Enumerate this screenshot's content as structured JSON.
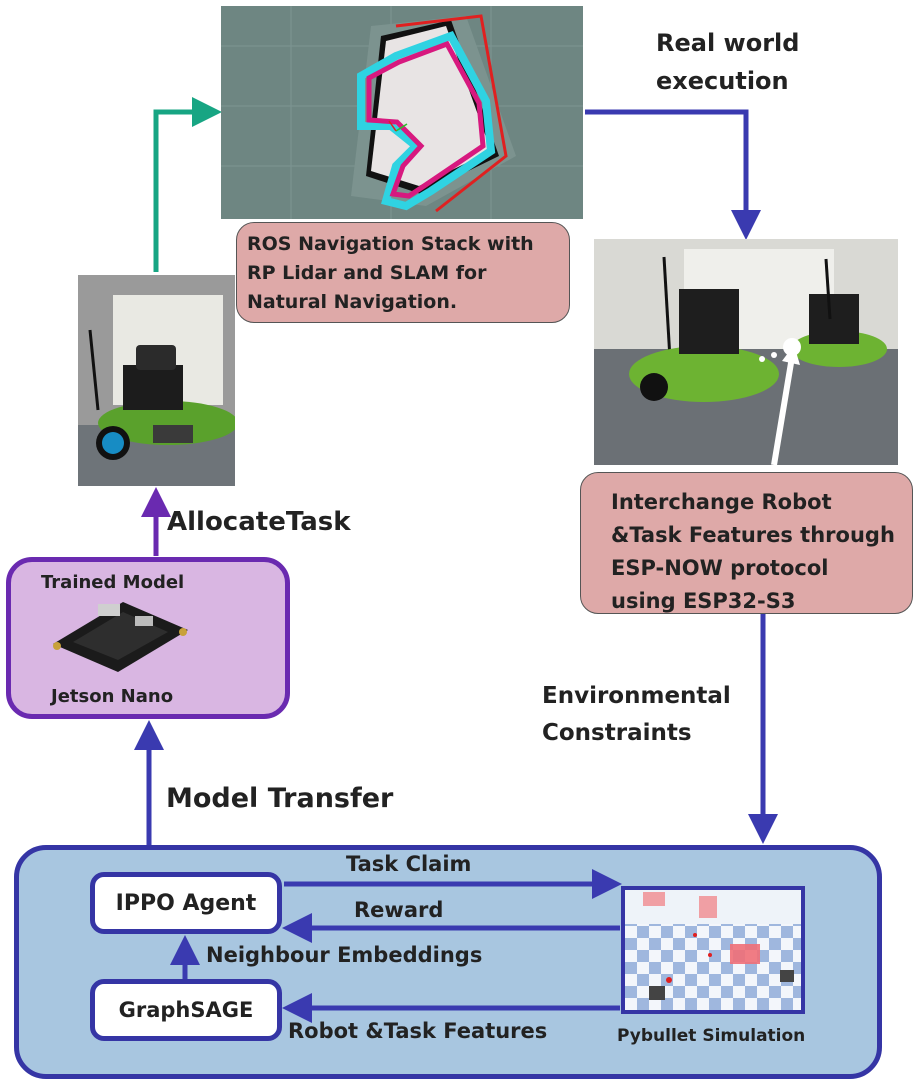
{
  "nodes": {
    "map_caption": "ROS Navigation Stack with RP Lidar and SLAM for Natural Navigation.",
    "real_world": "Real world execution",
    "allocate": "AllocateTask",
    "trained_model": "Trained Model",
    "jetson_nano": "Jetson Nano",
    "espnow_caption": "Interchange Robot &Task Features through ESP-NOW protocol using ESP32-S3",
    "env_constraints": "Environmental Constraints",
    "model_transfer": "Model Transfer",
    "ippo_agent": "IPPO Agent",
    "graphsage": "GraphSAGE",
    "task_claim": "Task Claim",
    "reward": "Reward",
    "neighbour_embeddings": "Neighbour Embeddings",
    "robot_task_features": "Robot &Task Features",
    "pybullet": "Pybullet Simulation"
  },
  "colors": {
    "arrow_blue": "#3a3ab0",
    "arrow_green": "#17a583",
    "arrow_purple": "#6a2ab0",
    "caption_fill": "#dea9a8",
    "device_fill": "#d9b6e2",
    "device_border": "#6a2ab0",
    "sim_panel_fill": "#a8c6e0",
    "sim_panel_border": "#3535a5"
  }
}
